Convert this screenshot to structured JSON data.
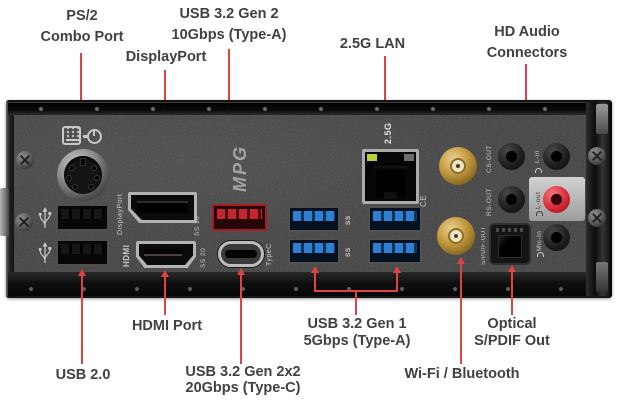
{
  "colors": {
    "callout_red": "#e04343",
    "label_gray": "#414141",
    "usb_blue": "#2e7fd2",
    "usb_red": "#c2262e",
    "antenna_gold": "#c49a3e",
    "jack_red": "#d92a38",
    "lan_led": "#b5d334"
  },
  "callouts": {
    "ps2": {
      "line1": "PS/2",
      "line2": "Combo Port"
    },
    "usb32_gen2": {
      "line1": "USB 3.2 Gen 2",
      "line2": "10Gbps (Type-A)"
    },
    "displayport": {
      "line1": "DisplayPort"
    },
    "lan": {
      "line1": "2.5G LAN"
    },
    "hd_audio": {
      "line1": "HD Audio",
      "line2": "Connectors"
    },
    "usb20": {
      "line1": "USB 2.0"
    },
    "hdmi": {
      "line1": "HDMI Port"
    },
    "usb32_gen2x2": {
      "line1": "USB 3.2 Gen 2x2",
      "line2": "20Gbps (Type-C)"
    },
    "usb32_gen1": {
      "line1": "USB 3.2 Gen 1",
      "line2": "5Gbps (Type-A)"
    },
    "wifi": {
      "line1": "Wi-Fi / Bluetooth"
    },
    "optical": {
      "line1": "Optical",
      "line2": "S/PDIF Out"
    }
  },
  "panel_markings": {
    "mpg_logo": "MPG",
    "displayport_text": "DisplayPort",
    "hdmi_text": "HDMI",
    "lan_speed": "2.5G",
    "typec_text": "TypeC",
    "ss10": "SS 10",
    "ss20": "SS 20",
    "ss_a": "SS",
    "ss_b": "SS",
    "audio_cs_out": "CS-OUT",
    "audio_rs_out": "RS-OUT",
    "audio_spdif": "S/PDIF-OUT",
    "audio_l_in": "L-in",
    "audio_l_out": "L-out",
    "audio_mic_in": "Mic-in",
    "cert_mark": "CE"
  }
}
